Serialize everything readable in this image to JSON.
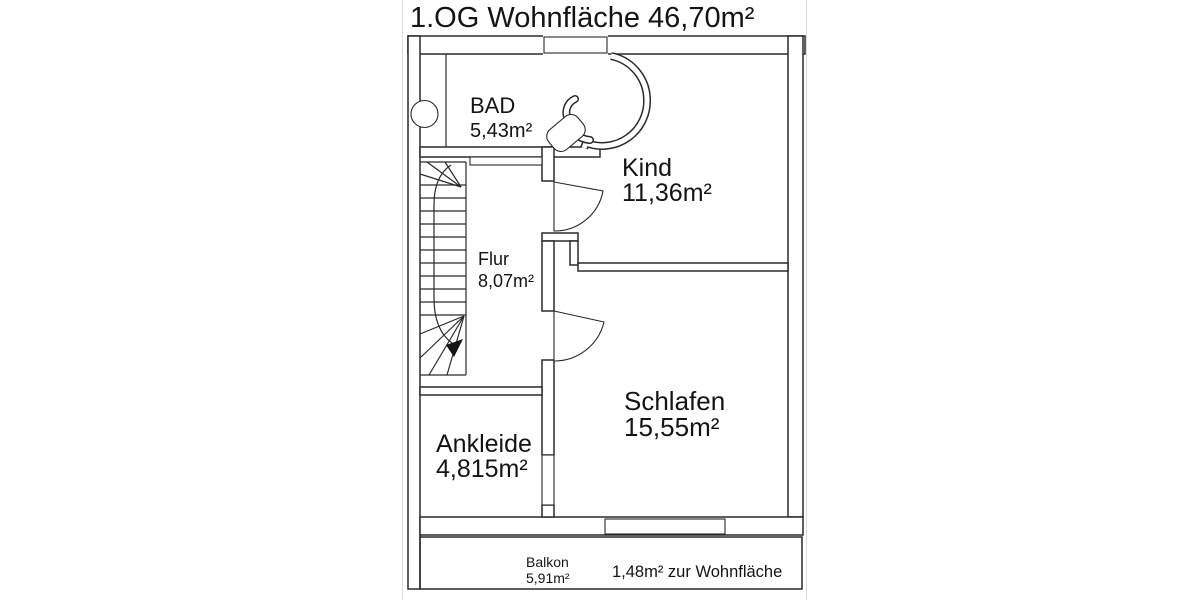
{
  "page": {
    "title": "1.OG Wohnfläche 46,70m²"
  },
  "rooms": {
    "bad": {
      "name": "BAD",
      "area": "5,43m²"
    },
    "kind": {
      "name": "Kind",
      "area": "11,36m²"
    },
    "flur": {
      "name": "Flur",
      "area": "8,07m²"
    },
    "schlafen": {
      "name": "Schlafen",
      "area": "15,55m²"
    },
    "ankleide": {
      "name": "Ankleide",
      "area": "4,815m²"
    },
    "balkon": {
      "name": "Balkon",
      "area": "5,91m²"
    }
  },
  "annotations": {
    "balkon_note": "1,48m² zur Wohnfläche"
  },
  "fixtures": [
    "spiral-shower-wall",
    "washbasin",
    "circular-fixture",
    "staircase-with-winders",
    "direction-arrow"
  ],
  "colors": {
    "background": "#ffffff",
    "wall_line": "#2a2a2a",
    "text": "#141414",
    "page_edge": "#dcdcdc",
    "arrow_fill": "#141414"
  }
}
